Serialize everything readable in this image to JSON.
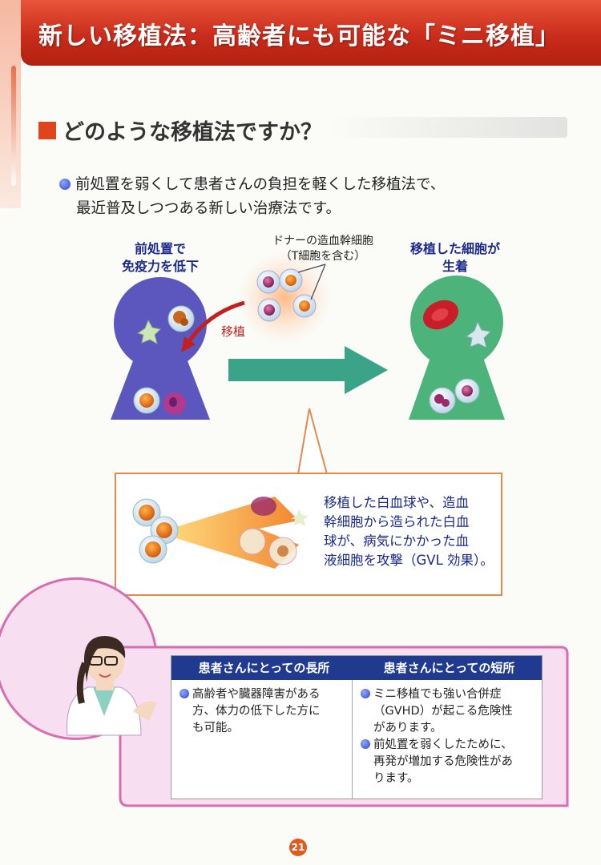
{
  "header": {
    "title": "新しい移植法：高齢者にも可能な「ミニ移植」"
  },
  "section": {
    "title": "どのような移植法ですか？"
  },
  "intro": {
    "line1": "前処置を弱くして患者さんの負担を軽くした移植法で、",
    "line2": "最近普及しつつある新しい治療法です。"
  },
  "diagram": {
    "left_label": [
      "前処置で",
      "免疫力を低下"
    ],
    "donor_label": [
      "ドナーの造血幹細胞",
      "（T細胞を含む）"
    ],
    "transplant_label": "移植",
    "right_label": [
      "移植した細胞が",
      "生着"
    ]
  },
  "callout": {
    "lines": [
      "移植した白血球や、造血",
      "幹細胞から造られた白血",
      "球が、病気にかかった血",
      "液細胞を攻撃（GVL 効果）。"
    ]
  },
  "table": {
    "merit_header": "患者さんにとっての長所",
    "demerit_header": "患者さんにとっての短所",
    "merit_lines": [
      "高齢者や臓器障害がある",
      "方、体力の低下した方に",
      "も可能。"
    ],
    "demerit_items": [
      [
        "ミニ移植でも強い合併症",
        "（GVHD）が起こる危険性",
        "があります。"
      ],
      [
        "前処置を弱くしたために、",
        "再発が増加する危険性があ",
        "ります。"
      ]
    ]
  },
  "footer": {
    "page_number": "21"
  },
  "colors": {
    "header_red": "#c92c1b",
    "accent_orange": "#e05a1e",
    "navy": "#1f3a8f",
    "label_blue": "#1c2b8c"
  }
}
